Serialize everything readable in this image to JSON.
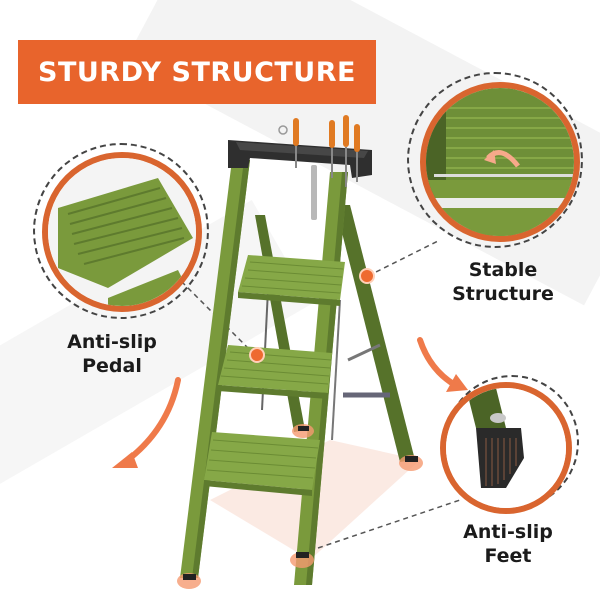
{
  "banner": {
    "title": "STURDY STRUCTURE"
  },
  "callouts": [
    {
      "id": "stable-structure",
      "line1": "Stable",
      "line2": "Structure"
    },
    {
      "id": "anti-slip-pedal",
      "line1": "Anti-slip",
      "line2": "Pedal"
    },
    {
      "id": "anti-slip-feet",
      "line1": "Anti-slip",
      "line2": "Feet"
    }
  ],
  "colors": {
    "accent": "#e8642c",
    "ring": "#d9652f",
    "ladder_green": "#7a9a3c",
    "ladder_dark": "#56722a",
    "tray": "#2f2f2f"
  },
  "product": {
    "name": "3-step folding ladder",
    "steps": 3
  }
}
